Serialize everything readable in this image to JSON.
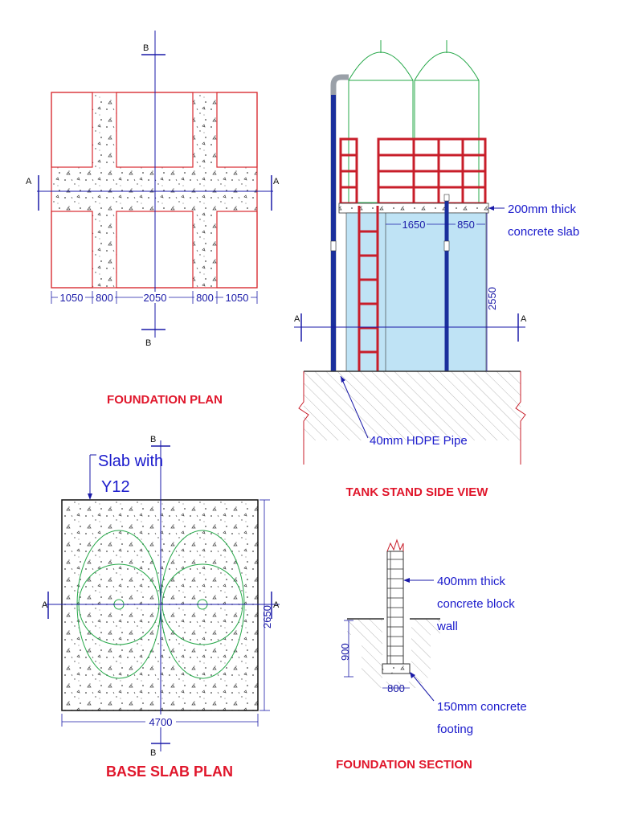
{
  "colors": {
    "foundation_red": "#d8282e",
    "axis_blue": "#1a1aa8",
    "label_blue": "#1a1acc",
    "title_red": "#e0162b",
    "tank_green": "#27a84a",
    "water_fill": "#bfe3f5",
    "pipe_blue": "#1a2f9c",
    "ground_hatch": "#b0b0b0"
  },
  "foundation_plan": {
    "title": "FOUNDATION PLAN",
    "section_a": "A",
    "section_b": "B",
    "dims": [
      "1050",
      "800",
      "2050",
      "800",
      "1050"
    ]
  },
  "tank_stand": {
    "title": "TANK STAND SIDE VIEW",
    "slab_label_1": "200mm thick",
    "slab_label_2": "concrete slab",
    "pipe_label": "40mm HDPE Pipe",
    "dim_1650": "1650",
    "dim_850": "850",
    "dim_2550": "2550",
    "section_a": "A"
  },
  "base_slab": {
    "title": "BASE SLAB PLAN",
    "note_1": "Slab with",
    "note_2": "Y12",
    "dim_width": "4700",
    "dim_height": "2650",
    "section_a": "A",
    "section_b": "B"
  },
  "foundation_section": {
    "title": "FOUNDATION SECTION",
    "wall_label_1": "400mm thick",
    "wall_label_2": "concrete block",
    "wall_label_3": "wall",
    "footing_label_1": "150mm concrete",
    "footing_label_2": "footing",
    "dim_900": "900",
    "dim_800": "800"
  }
}
